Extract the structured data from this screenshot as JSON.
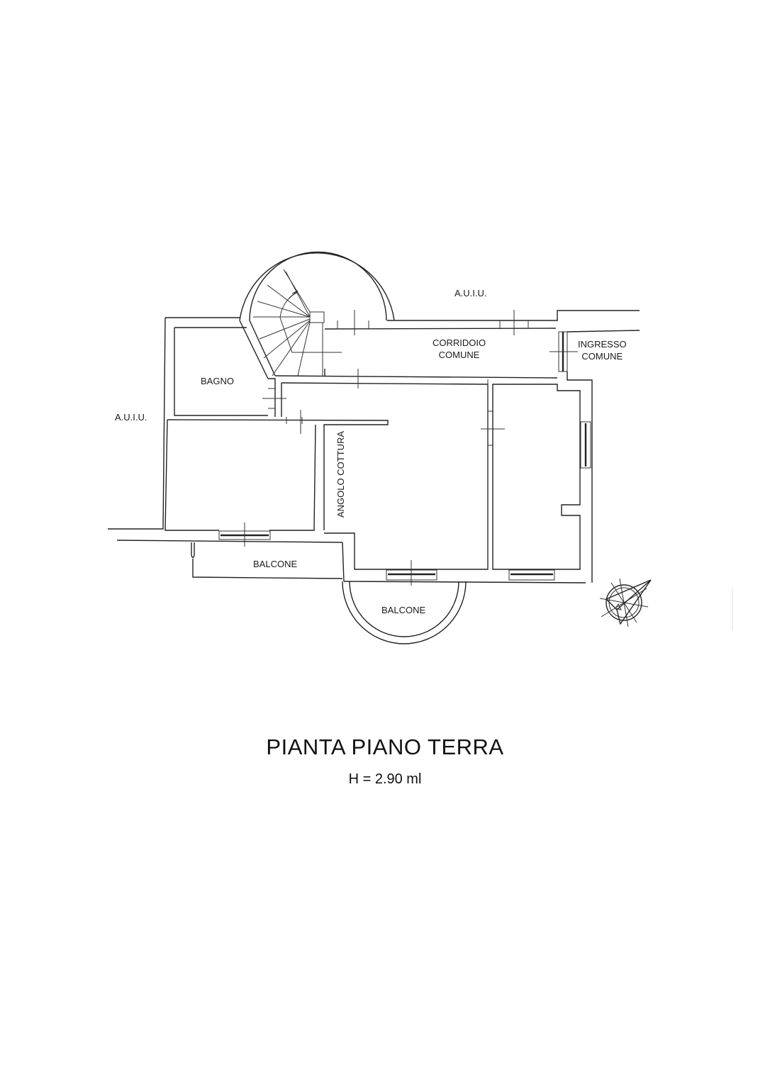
{
  "drawing": {
    "title": "PIANTA PIANO TERRA",
    "height_note": "H = 2.90 ml",
    "line_color": "#222222",
    "background": "#ffffff"
  },
  "rooms": [
    {
      "id": "bagno",
      "label": "BAGNO"
    },
    {
      "id": "corridoio",
      "label": "CORRIDOIO\nCOMUNE"
    },
    {
      "id": "ingresso",
      "label": "INGRESSO\nCOMUNE"
    },
    {
      "id": "angolo_cottura",
      "label": "ANGOLO COTTURA"
    },
    {
      "id": "balcone_rect",
      "label": "BALCONE"
    },
    {
      "id": "balcone_round",
      "label": "BALCONE"
    }
  ],
  "adjacent_units": [
    {
      "id": "auiu_top",
      "label": "A.U.I.U."
    },
    {
      "id": "auiu_left",
      "label": "A.U.I.U."
    }
  ],
  "symbols": {
    "north_arrow": "compass-north-arrow",
    "staircase": "spiral-staircase"
  }
}
